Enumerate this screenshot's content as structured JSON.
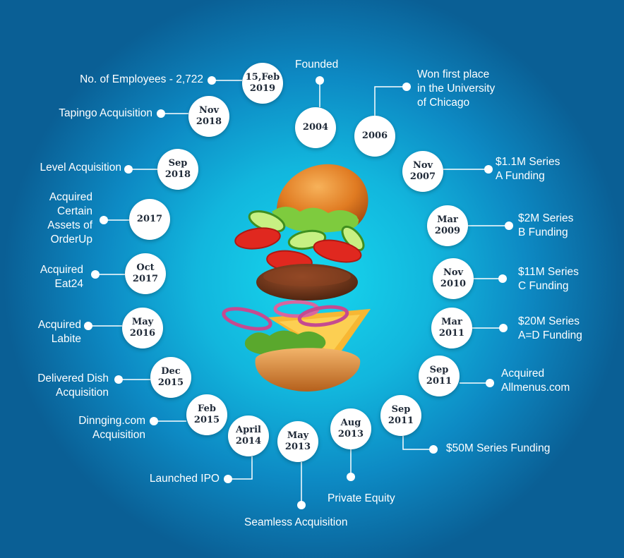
{
  "events": [
    {
      "id": "founded",
      "date": [
        "2004"
      ],
      "label": [
        "Founded"
      ]
    },
    {
      "id": "won-first-place",
      "date": [
        "2006"
      ],
      "label": [
        "Won first place",
        "in the University",
        "of Chicago"
      ]
    },
    {
      "id": "series-a-1-1m",
      "date": [
        "Nov",
        "2007"
      ],
      "label": [
        "$1.1M Series",
        "A Funding"
      ]
    },
    {
      "id": "series-b-2m",
      "date": [
        "Mar",
        "2009"
      ],
      "label": [
        "$2M Series",
        "B Funding"
      ]
    },
    {
      "id": "series-c-11m",
      "date": [
        "Nov",
        "2010"
      ],
      "label": [
        "$11M Series",
        "C Funding"
      ]
    },
    {
      "id": "series-ad-20m",
      "date": [
        "Mar",
        "2011"
      ],
      "label": [
        "$20M Series",
        "A=D Funding"
      ]
    },
    {
      "id": "acquired-allmenus",
      "date": [
        "Sep",
        "2011"
      ],
      "label": [
        "Acquired",
        "Allmenus.com"
      ]
    },
    {
      "id": "series-50m",
      "date": [
        "Sep",
        "2011"
      ],
      "label": [
        "$50M Series Funding"
      ]
    },
    {
      "id": "private-equity",
      "date": [
        "Aug",
        "2013"
      ],
      "label": [
        "Private Equity"
      ]
    },
    {
      "id": "seamless-acquisition",
      "date": [
        "May",
        "2013"
      ],
      "label": [
        "Seamless Acquisition"
      ]
    },
    {
      "id": "launched-ipo",
      "date": [
        "April",
        "2014"
      ],
      "label": [
        "Launched IPO"
      ]
    },
    {
      "id": "dinnging-acquisition",
      "date": [
        "Feb",
        "2015"
      ],
      "label": [
        "Dinnging.com",
        "Acquisition"
      ]
    },
    {
      "id": "delivered-dish-acquisition",
      "date": [
        "Dec",
        "2015"
      ],
      "label": [
        "Delivered Dish",
        "Acquisition"
      ]
    },
    {
      "id": "acquired-labite",
      "date": [
        "May",
        "2016"
      ],
      "label": [
        "Acquired",
        "Labite"
      ]
    },
    {
      "id": "acquired-eat24",
      "date": [
        "Oct",
        "2017"
      ],
      "label": [
        "Acquired",
        "Eat24"
      ]
    },
    {
      "id": "acquired-orderup",
      "date": [
        "2017"
      ],
      "label": [
        "Acquired",
        "Certain",
        "Assets of",
        "OrderUp"
      ]
    },
    {
      "id": "level-acquisition",
      "date": [
        "Sep",
        "2018"
      ],
      "label": [
        "Level Acquisition"
      ]
    },
    {
      "id": "tapingo-acquisition",
      "date": [
        "Nov",
        "2018"
      ],
      "label": [
        "Tapingo Acquisition"
      ]
    },
    {
      "id": "employees",
      "date": [
        "15,Feb",
        "2019"
      ],
      "label": [
        "No. of Employees - 2,722"
      ]
    }
  ],
  "colors": {
    "bg_center": "#17d8ee",
    "bg_edge": "#0a5f95",
    "node_fill": "#ffffff",
    "node_text": "#1f2937",
    "label_text": "#ffffff",
    "connector": "#ffffff"
  }
}
